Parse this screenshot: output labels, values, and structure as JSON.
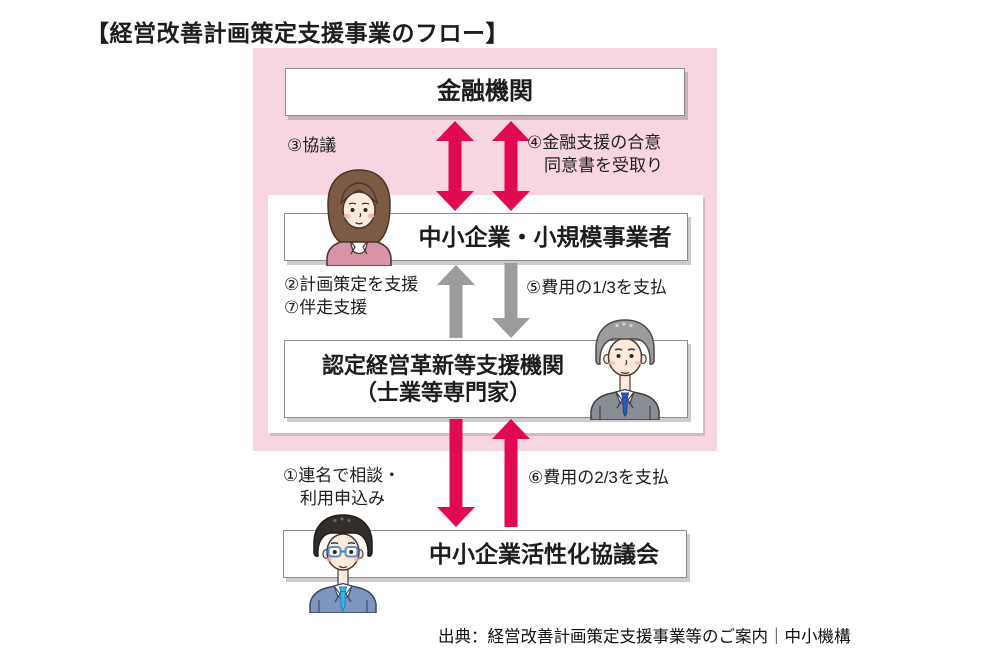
{
  "title": "【経営改善計画策定支援事業のフロー】",
  "boxes": {
    "financial_institution": "金融機関",
    "sme": "中小企業・小規模事業者",
    "certified_support_org": {
      "line1": "認定経営革新等支援機関",
      "line2": "（士業等専門家）"
    },
    "revitalization_council": "中小企業活性化協議会"
  },
  "flow_labels": {
    "step1": {
      "line1": "①連名で相談・",
      "line2": "利用申込み"
    },
    "step2": "②計画策定を支援",
    "step3": "③協議",
    "step4": {
      "line1": "④金融支援の合意",
      "line2": "同意書を受取り"
    },
    "step5": "⑤費用の1/3を支払",
    "step6": "⑥費用の2/3を支払",
    "step7": "⑦伴走支援"
  },
  "arrows": [
    {
      "between": "金融機関 ↔ 中小企業・小規模事業者",
      "direction": "both",
      "color": "red",
      "count": 2
    },
    {
      "between": "中小企業・小規模事業者 ← 認定経営革新等支援機関",
      "direction": "up",
      "color": "gray"
    },
    {
      "between": "中小企業・小規模事業者 → 認定経営革新等支援機関",
      "direction": "down",
      "color": "gray"
    },
    {
      "between": "認定経営革新等支援機関 → 中小企業活性化協議会",
      "direction": "down",
      "color": "red"
    },
    {
      "between": "中小企業活性化協議会 → 認定経営革新等支援機関",
      "direction": "up",
      "color": "red"
    }
  ],
  "characters": [
    {
      "name": "sme-woman",
      "desc": "woman with brown bob hair in pink jacket"
    },
    {
      "name": "expert-man",
      "desc": "gray-haired man in gray suit with blue tie"
    },
    {
      "name": "applicant-man",
      "desc": "young man with blue glasses in blue suit"
    }
  ],
  "colors": {
    "pink_background": "#f8d5e2",
    "arrow_red": "#e1094f",
    "arrow_gray": "#9b9c9e"
  },
  "source": "出典：経営改善計画策定支援事業等のご案内｜中小機構"
}
